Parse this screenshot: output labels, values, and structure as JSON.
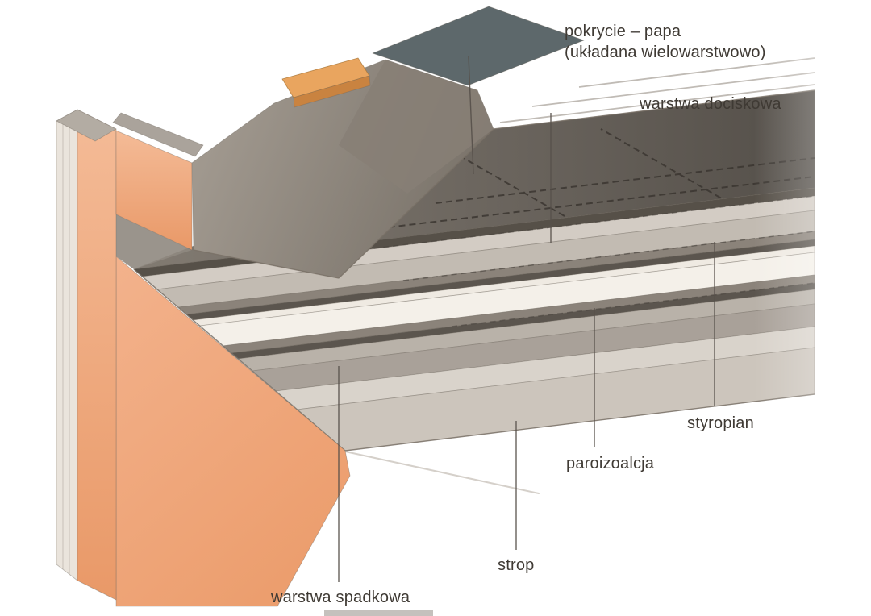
{
  "labels": {
    "pokrycie_line1": "pokrycie – papa",
    "pokrycie_line2": "(układana wielowarstwowo)",
    "warstwa_dociskowa": "warstwa dociskowa",
    "styropian": "styropian",
    "paroizoalcja": "paroizoalcja",
    "strop": "strop",
    "warstwa_spadkowa": "warstwa spadkowa"
  },
  "colors": {
    "background": "#ffffff",
    "wall_orange_light": "#f4bb97",
    "wall_orange_dark": "#e99968",
    "wood_plank": "#e9a55f",
    "wood_plank_side": "#c98340",
    "roof_teal": "#5d686b",
    "papa_front": "#565048",
    "papa_plane_light": "#827b72",
    "papa_plane_dark": "#544f49",
    "concrete_light": "#d3ccc4",
    "concrete_mid": "#c2bbb2",
    "membrane_dark": "#5b554e",
    "membrane_top": "#8b837a",
    "styrofoam_light": "#f4f0e9",
    "styrofoam_top": "#efeae2",
    "screed_top": "#b9b2a9",
    "screed_front": "#a9a199",
    "slab_top": "#d9d3cb",
    "slab_front": "#ccc5bc",
    "parapet_gray": "#a79f95",
    "outline": "#6d665e",
    "label_text": "#3f3a34",
    "leader_line": "#56504a"
  }
}
